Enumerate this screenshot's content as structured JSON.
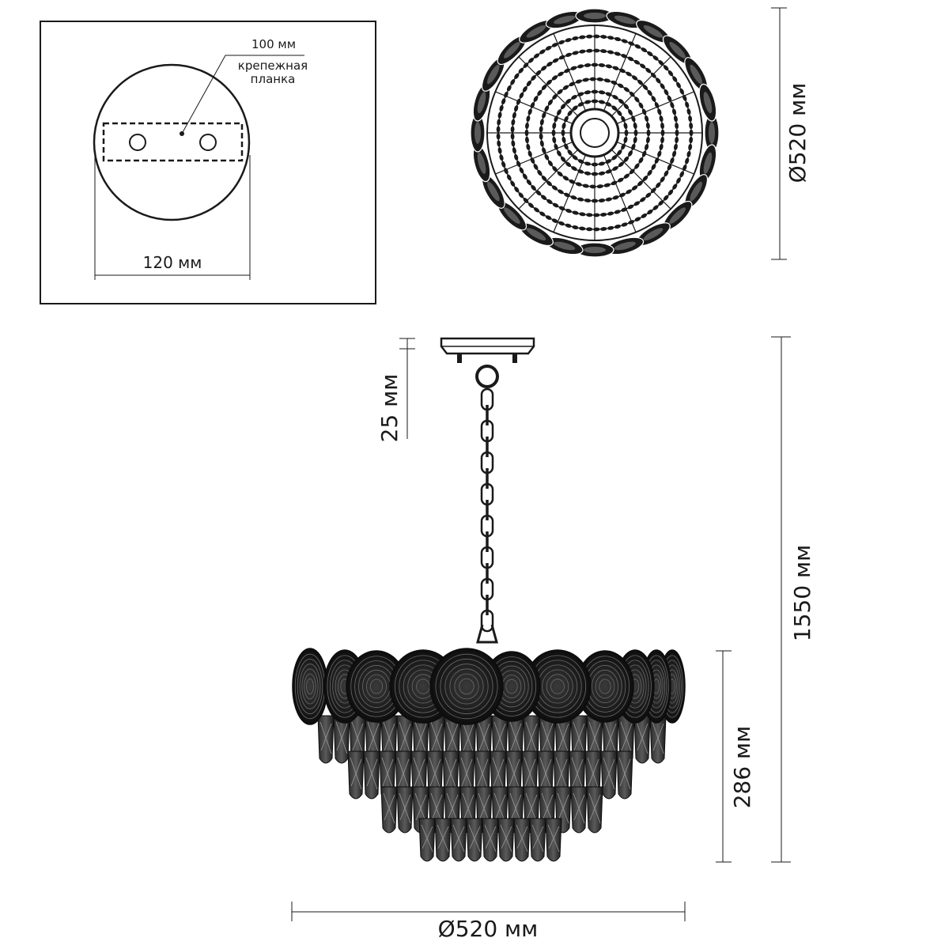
{
  "mount_panel": {
    "strip_width": "100 мм",
    "strip_name_line1": "крепежная",
    "strip_name_line2": "планка",
    "plate_diameter": "120 мм"
  },
  "top_view": {
    "diameter": "Ø520 мм"
  },
  "side_view": {
    "canopy_height": "25 мм",
    "total_height": "1550 мм",
    "body_height": "286 мм",
    "diameter": "Ø520 мм"
  },
  "colors": {
    "line": "#1a1a1a",
    "background": "#ffffff"
  }
}
